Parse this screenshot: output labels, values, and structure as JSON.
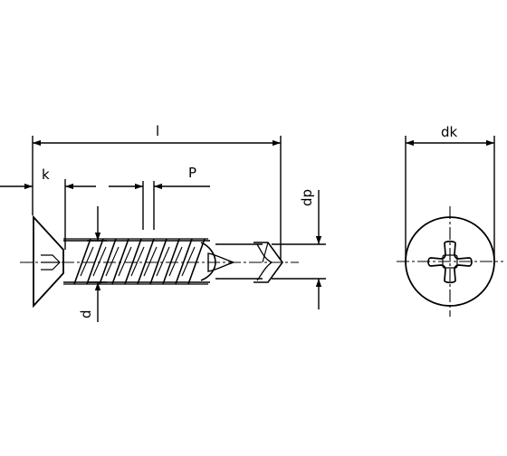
{
  "labels": {
    "length": "l",
    "head_height": "k",
    "pitch": "P",
    "drill_point_diameter": "dp",
    "head_diameter": "dk",
    "thread_diameter": "d"
  },
  "colors": {
    "line": "#000000",
    "background": "#ffffff"
  }
}
